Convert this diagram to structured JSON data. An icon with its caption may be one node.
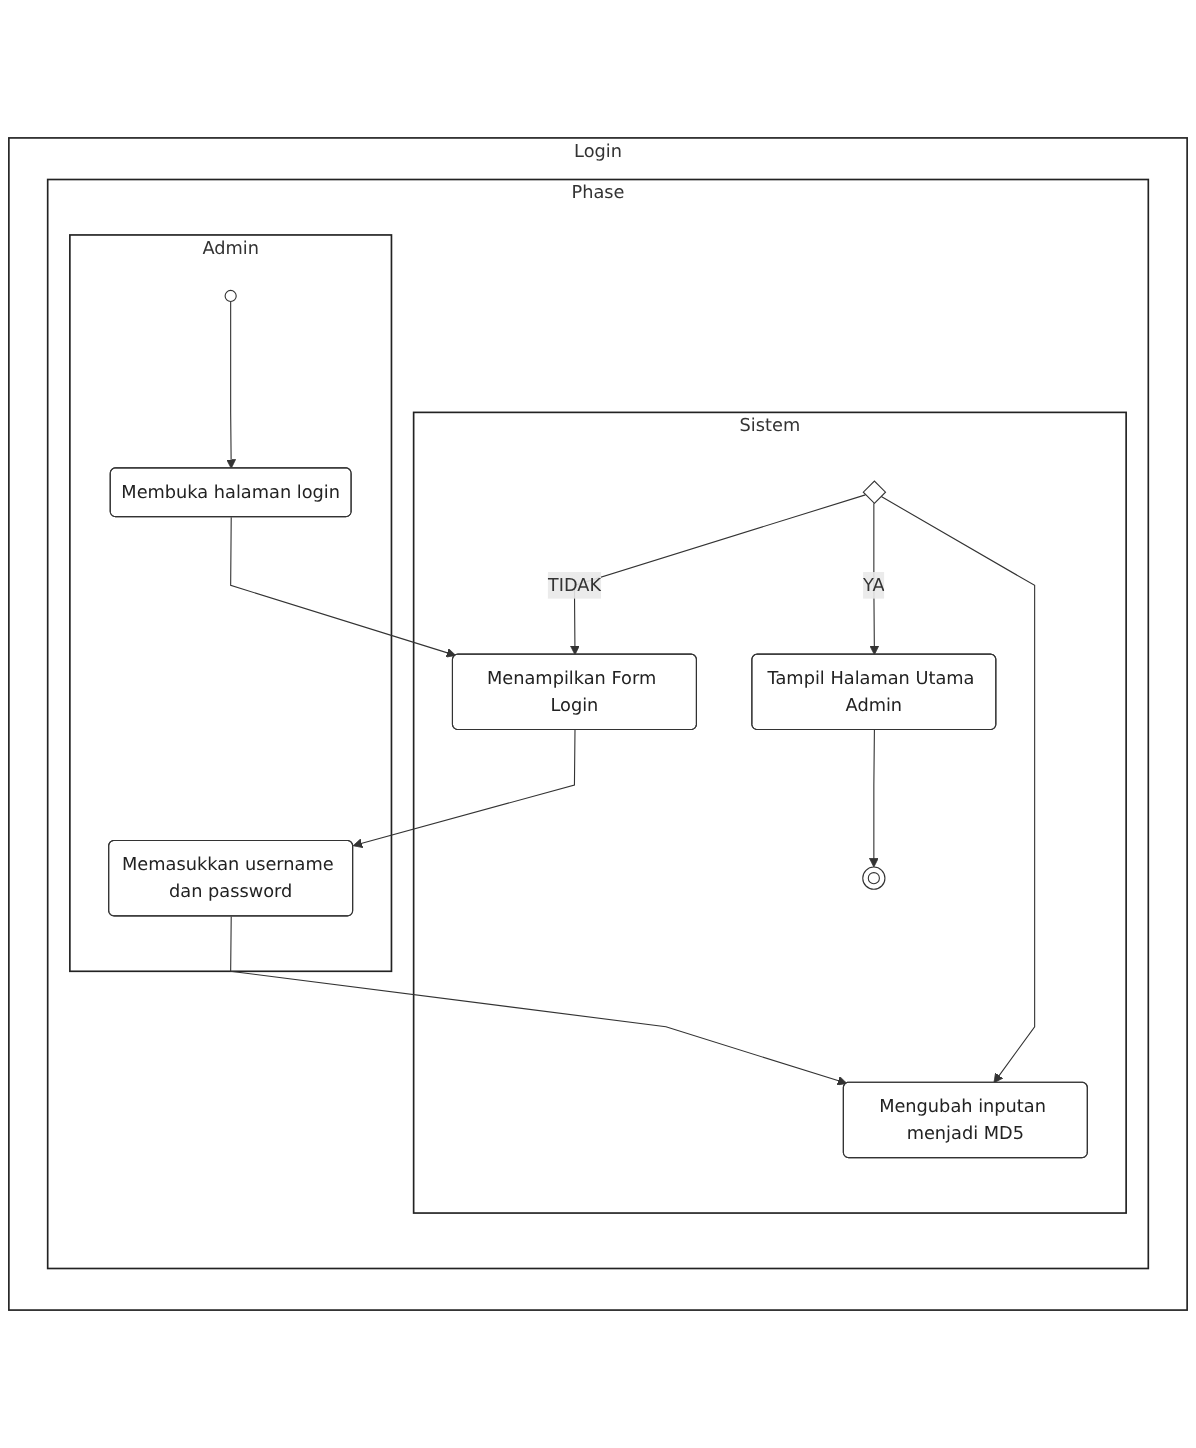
{
  "diagram": {
    "nodes": [
      {
        "text": [
          "Login"
        ]
      },
      {
        "text": [
          "Phase"
        ],
        "in": 0
      },
      {
        "text": [
          "Admin"
        ],
        "in": 1
      },
      {
        "text": [
          "Sistem"
        ],
        "in": 1
      },
      {
        "text": [],
        "shape": "circle",
        "in": 2
      },
      {
        "text": [
          "Membuka halaman login"
        ],
        "in": 2
      },
      {
        "text": [
          "Menampilkan Form Login"
        ],
        "in": 3
      },
      {
        "text": [
          "Memasukkan username dan password"
        ],
        "in": 2
      },
      {
        "text": [
          "Mengubah inputan menjadi MD5"
        ],
        "in": 3
      },
      {
        "text": [],
        "shape": "diamond",
        "in": 3
      },
      {
        "text": [
          "Tampil Halaman Utama Admin"
        ],
        "in": 3
      },
      {
        "text": [],
        "shape": "circle",
        "in": 3
      }
    ],
    "edges": [
      {
        "from": 4,
        "to": 5,
        "arrow": "to"
      },
      {
        "from": 5,
        "to": 6,
        "arrow": "to"
      },
      {
        "from": 6,
        "to": 7,
        "arrow": "to"
      },
      {
        "from": 7,
        "to": 8,
        "arrow": "to"
      },
      {
        "from": 9,
        "to": 8,
        "arrow": "to"
      },
      {
        "from": 9,
        "to": 6,
        "label": "TIDAK",
        "arrow": "to"
      },
      {
        "from": 9,
        "to": 10,
        "label": "YA",
        "arrow": "to"
      },
      {
        "from": 10,
        "to": 11,
        "arrow": "to"
      }
    ]
  }
}
